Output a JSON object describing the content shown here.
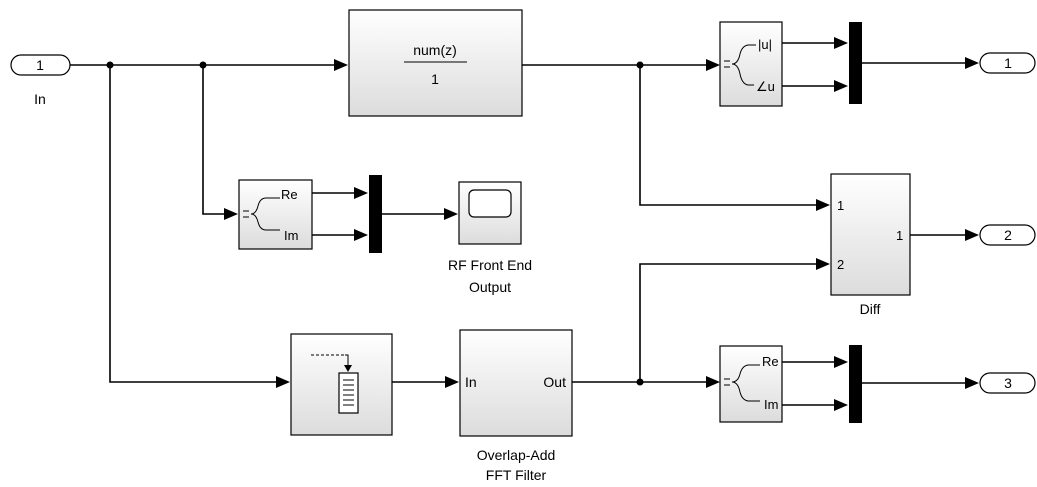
{
  "inports": [
    {
      "number": "1",
      "label": "In"
    }
  ],
  "outports": [
    {
      "number": "1"
    },
    {
      "number": "2"
    },
    {
      "number": "3"
    }
  ],
  "blocks": {
    "transfer_fcn": {
      "numerator": "num(z)",
      "denominator": "1"
    },
    "mag_angle": {
      "port1": "|u|",
      "port2": "∠u"
    },
    "re_im_top": {
      "port1": "Re",
      "port2": "Im"
    },
    "re_im_bottom": {
      "port1": "Re",
      "port2": "Im"
    },
    "scope": {
      "label_line1": "RF Front End",
      "label_line2": "Output"
    },
    "diff": {
      "in1": "1",
      "in2": "2",
      "out1": "1",
      "label": "Diff"
    },
    "fft_filter": {
      "in_label": "In",
      "out_label": "Out",
      "label_line1": "Overlap-Add",
      "label_line2": "FFT Filter"
    }
  },
  "colors": {
    "line": "#000000",
    "block_fill_top": "#ffffff",
    "block_fill_bottom": "#d8d8d8",
    "background": "#ffffff"
  },
  "icons": [
    "buffer-icon",
    "scope-icon",
    "complex-to-mag-angle-icon",
    "complex-to-real-imag-icon"
  ]
}
